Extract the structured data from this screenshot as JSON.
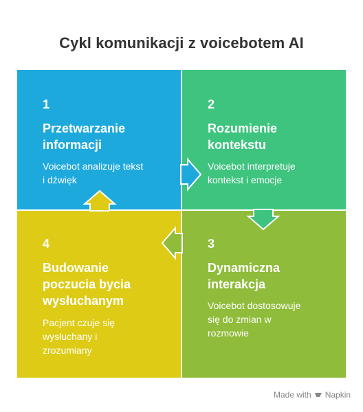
{
  "title": "Cykl komunikacji z voicebotem AI",
  "colors": {
    "step1": "#1EA9DC",
    "step2": "#3EC47F",
    "step3": "#8FBC3A",
    "step4": "#DDCB16"
  },
  "steps": [
    {
      "number": "1",
      "heading_line1": "Przetwarzanie",
      "heading_line2": "informacji",
      "desc_line1": "Voicebot analizuje tekst",
      "desc_line2": "i dźwięk"
    },
    {
      "number": "2",
      "heading_line1": "Rozumienie",
      "heading_line2": "kontekstu",
      "desc_line1": "Voicebot interpretuje",
      "desc_line2": "kontekst i emocje"
    },
    {
      "number": "3",
      "heading_line1": "Dynamiczna",
      "heading_line2": "interakcja",
      "desc_line1": "Voicebot dostosowuje",
      "desc_line2": "się do zmian w",
      "desc_line3": "rozmowie"
    },
    {
      "number": "4",
      "heading_line1": "Budowanie",
      "heading_line2": "poczucia bycia",
      "heading_line3": "wysłuchanym",
      "desc_line1": "Pacjent czuje się",
      "desc_line2": "wysłuchany i",
      "desc_line3": "zrozumiany"
    }
  ],
  "footer": {
    "made_with": "Made with",
    "brand": "Napkin"
  }
}
